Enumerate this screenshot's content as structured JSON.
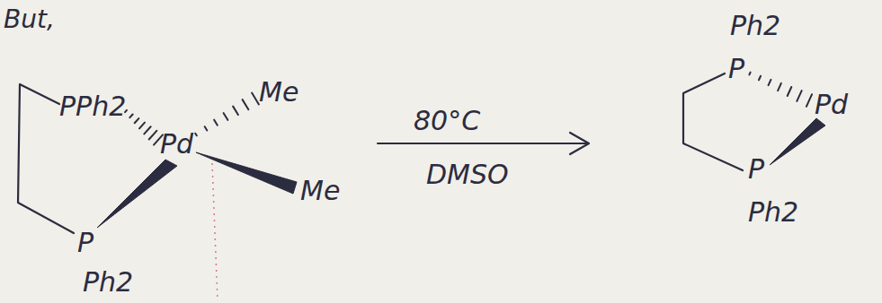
{
  "diagram": {
    "labels": [
      "But,",
      "PPh2",
      "Pd",
      "Me",
      "Me",
      "P",
      "Ph2",
      "80°C",
      "DMSO",
      "Ph2",
      "P",
      "Pd",
      "P",
      "Ph2"
    ]
  }
}
